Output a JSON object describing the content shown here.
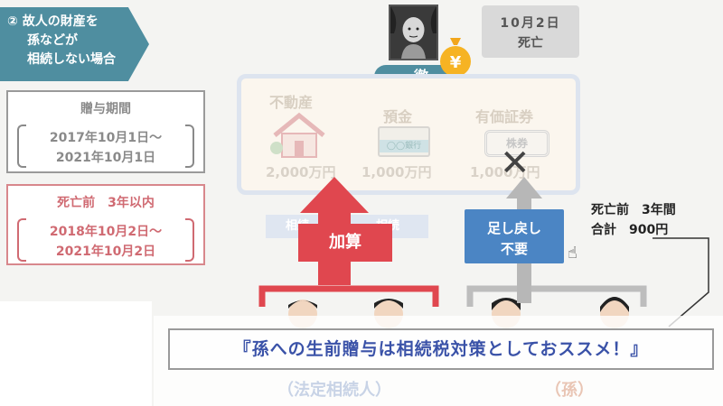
{
  "section_tag": {
    "lines": [
      "② 故人の財産を",
      "孫などが",
      "相続しない場合"
    ]
  },
  "gift_period": {
    "title": "贈与期間",
    "date_from": "2017年10月1日〜",
    "date_to": "2021年10月1日"
  },
  "death_before": {
    "title": "死亡前　3年以内",
    "date_from": "2018年10月2日〜",
    "date_to": "2021年10月2日"
  },
  "deceased": {
    "name": "一徹",
    "money_symbol": "¥"
  },
  "death_tag": {
    "date": "10月2日",
    "label": "死亡"
  },
  "assets": [
    {
      "label": "不動産",
      "value": "2,000万円",
      "icon": "house-icon"
    },
    {
      "label": "預金",
      "value": "1,000万円",
      "icon": "bankbook-icon",
      "icon_text": "◯◯銀行"
    },
    {
      "label": "有価証券",
      "value": "1,000万円",
      "icon": "stock-certificate-icon",
      "icon_text": "株券"
    }
  ],
  "inherit_labels": [
    "相続",
    "相続"
  ],
  "add_label": "加算",
  "not_required": {
    "line1": "足し戻し",
    "line2": "不要"
  },
  "note": {
    "line1": "死亡前　3年間",
    "line2": "合計　900円"
  },
  "subtitle": "『孫への生前贈与は相続税対策としておススメ！』",
  "bottom_labels": {
    "left": "（法定相続人）",
    "right": "（孫）"
  },
  "colors": {
    "teal": "#4f8ea0",
    "red": "#e0474f",
    "blue": "#4b85c4"
  }
}
